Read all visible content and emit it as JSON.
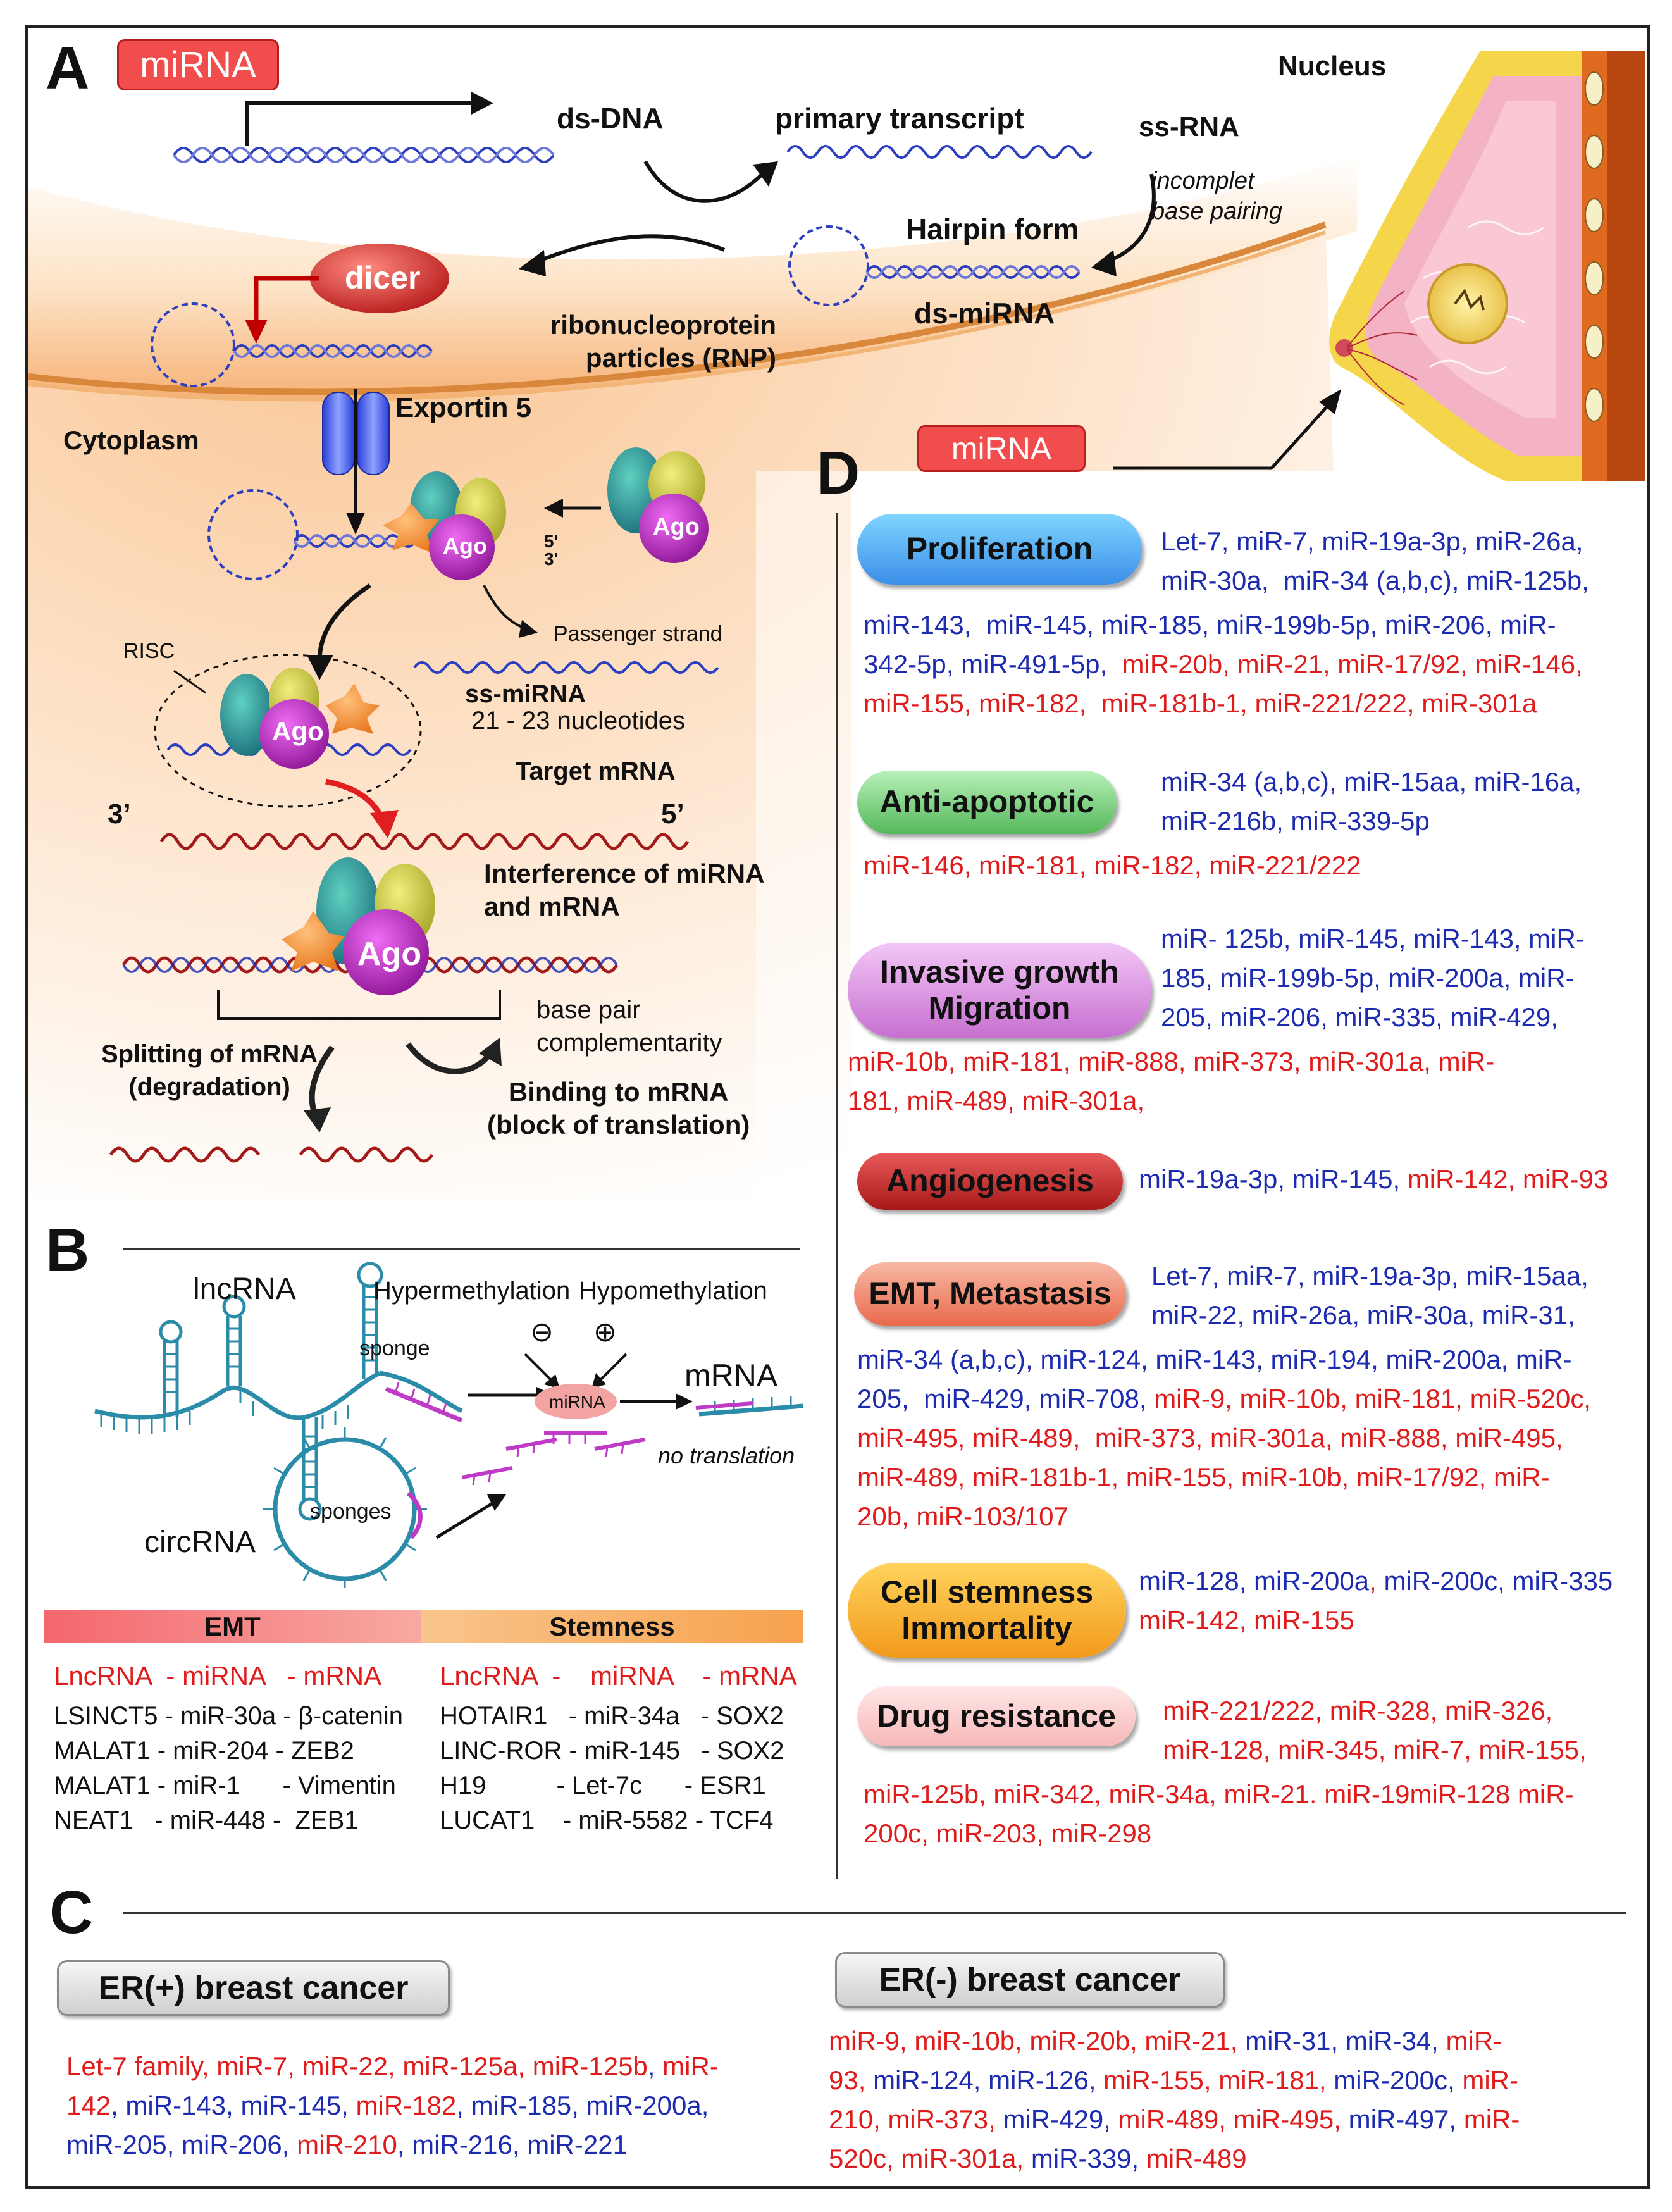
{
  "panelA": {
    "letter": "A",
    "tag": "miRNA",
    "labels": {
      "nucleus": "Nucleus",
      "ds_dna": "ds-DNA",
      "primary_transcript": "primary transcript",
      "ss_rna": "ss-RNA",
      "incomplete_bp": "incomplet\nbase pairing",
      "hairpin": "Hairpin form",
      "ds_mirna": "ds-miRNA",
      "dicer": "dicer",
      "rnp": "ribonucleoprotein\nparticles (RNP)",
      "exportin": "Exportin 5",
      "cytoplasm": "Cytoplasm",
      "ago": "Ago",
      "five_prime": "5'",
      "three_prime": "3'",
      "passenger": "Passenger strand",
      "risc": "RISC",
      "ss_mirna": "ss-miRNA",
      "nucleotides": "21 - 23 nucleotides",
      "target_mrna": "Target mRNA",
      "three_p": "3’",
      "five_p": "5’",
      "interference": "Interference of miRNA\nand mRNA",
      "bp_comp": "base pair\ncomplementarity",
      "splitting": "Splitting of mRNA\n(degradation)",
      "binding": "Binding to mRNA\n(block of translation)"
    }
  },
  "panelB": {
    "letter": "B",
    "labels": {
      "lncrna": "lncRNA",
      "hyper": "Hypermethylation",
      "hypo": "Hypomethylation",
      "sponge": "sponge",
      "mirna": "miRNA",
      "mrna": "mRNA",
      "no_translation": "no translation",
      "sponges": "sponges",
      "circrna": "circRNA",
      "minus": "⊖",
      "plus": "⊕"
    },
    "table": {
      "emt_header": "EMT",
      "stem_header": "Stemness",
      "emt_head_row": "LncRNA  - miRNA   - mRNA",
      "stem_head_row": "LncRNA  -    miRNA    - mRNA",
      "emt_rows": [
        "LSINCT5 - miR-30a - β-catenin",
        "MALAT1 - miR-204 - ZEB2",
        "MALAT1 - miR-1      - Vimentin",
        "NEAT1   - miR-448 -  ZEB1"
      ],
      "stem_rows": [
        "HOTAIR1   - miR-34a   - SOX2",
        "LINC-ROR - miR-145   - SOX2",
        "H19          - Let-7c      - ESR1",
        "LUCAT1    - miR-5582 - TCF4"
      ]
    }
  },
  "panelC": {
    "letter": "C",
    "er_pos": {
      "title": "ER(+) breast cancer",
      "lines": [
        [
          [
            "Let-7 family, miR-7, miR-22, miR-125a, miR-125b",
            "red"
          ],
          [
            ", ",
            "blue"
          ],
          [
            "miR-",
            "red"
          ]
        ],
        [
          [
            "142",
            "red"
          ],
          [
            ", miR-143, miR-145, ",
            "blue"
          ],
          [
            "miR-182",
            "red"
          ],
          [
            ", miR-185, miR-200a,",
            "blue"
          ]
        ],
        [
          [
            "miR-205, miR-206, ",
            "blue"
          ],
          [
            "miR-210",
            "red"
          ],
          [
            ", miR-216, miR-221",
            "blue"
          ]
        ]
      ]
    },
    "er_neg": {
      "title": "ER(-) breast cancer",
      "lines": [
        [
          [
            "miR-9, miR-10b, miR-20b, miR-21, ",
            "red"
          ],
          [
            "miR-31, miR-34, ",
            "blue"
          ],
          [
            "miR-",
            "red"
          ]
        ],
        [
          [
            "93, ",
            "red"
          ],
          [
            "miR-124, miR-126, ",
            "blue"
          ],
          [
            "miR-155, miR-181, ",
            "red"
          ],
          [
            "miR-200c, ",
            "blue"
          ],
          [
            "miR-",
            "red"
          ]
        ],
        [
          [
            "210, miR-373, ",
            "red"
          ],
          [
            "miR-429, ",
            "blue"
          ],
          [
            "miR-489, miR-495, ",
            "red"
          ],
          [
            "miR-497, ",
            "blue"
          ],
          [
            "miR-",
            "red"
          ]
        ],
        [
          [
            "520c, miR-301a, ",
            "red"
          ],
          [
            "miR-339, ",
            "blue"
          ],
          [
            "miR-489",
            "red"
          ]
        ]
      ]
    }
  },
  "panelD": {
    "letter": "D",
    "tag": "miRNA",
    "categories": [
      {
        "label": "Proliferation",
        "lines": [
          [
            [
              "Let-7, miR-7, miR-19a-3p, miR-26a,",
              "blue"
            ]
          ],
          [
            [
              "miR-30a,  miR-34 (a,b,c), miR-125b,",
              "blue"
            ]
          ],
          [
            [
              "miR-143,  miR-145, miR-185, miR-199b-5p, miR-206, miR-",
              "blue"
            ]
          ],
          [
            [
              "342-5p, miR-491-5p, ",
              "blue"
            ],
            [
              " miR-20b, miR-21, miR-17/92, miR-146,",
              "red"
            ]
          ],
          [
            [
              "miR-155, miR-182,  miR-181b-1, miR-221/222, miR-301a",
              "red"
            ]
          ]
        ]
      },
      {
        "label": "Anti-apoptotic",
        "lines": [
          [
            [
              "miR-34 (a,b,c), miR-15aa, miR-16a,",
              "blue"
            ]
          ],
          [
            [
              "miR-216b, miR-339-5p",
              "blue"
            ]
          ],
          [
            [
              "miR-146, miR-181, miR-182, miR-221/222",
              "red"
            ]
          ]
        ]
      },
      {
        "label": "Invasive growth\nMigration",
        "lines": [
          [
            [
              "miR- 125b, miR-145, miR-143, miR-",
              "blue"
            ]
          ],
          [
            [
              "185, miR-199b-5p, miR-200a, miR-",
              "blue"
            ]
          ],
          [
            [
              "205, miR-206, miR-335, miR-429,",
              "blue"
            ]
          ],
          [
            [
              "miR-10b, miR-181, miR-888, miR-373, miR-301a, miR-",
              "red"
            ]
          ],
          [
            [
              "181, miR-489, miR-301a,",
              "red"
            ]
          ]
        ]
      },
      {
        "label": "Angiogenesis",
        "lines": [
          [
            [
              "miR-19a-3p, miR-145, ",
              "blue"
            ],
            [
              "miR-142, miR-93",
              "red"
            ]
          ]
        ]
      },
      {
        "label": "EMT, Metastasis",
        "lines": [
          [
            [
              "Let-7, miR-7, miR-19a-3p, miR-15aa,",
              "blue"
            ]
          ],
          [
            [
              "miR-22, miR-26a, miR-30a, miR-31,",
              "blue"
            ]
          ],
          [
            [
              "miR-34 (a,b,c), miR-124, miR-143, miR-194, miR-200a, miR-",
              "blue"
            ]
          ],
          [
            [
              "205,  miR-429, miR-708, ",
              "blue"
            ],
            [
              "miR-9, miR-10b, miR-181, miR-520c,",
              "red"
            ]
          ],
          [
            [
              "miR-495, miR-489,  miR-373, miR-301a, miR-888, miR-495,",
              "red"
            ]
          ],
          [
            [
              "miR-489, miR-181b-1, miR-155, miR-10b, miR-17/92, miR-",
              "red"
            ]
          ],
          [
            [
              "20b, miR-103/107",
              "red"
            ]
          ]
        ]
      },
      {
        "label": "Cell stemness\nImmortality",
        "lines": [
          [
            [
              "miR-128, miR-200a",
              "blue"
            ],
            [
              ", ",
              "red"
            ],
            [
              "miR-200c, miR-335",
              "blue"
            ]
          ],
          [
            [
              "miR-142, miR-155",
              "red"
            ]
          ]
        ]
      },
      {
        "label": "Drug resistance",
        "lines": [
          [
            [
              "miR-221/222, miR-328, miR-326,",
              "red"
            ]
          ],
          [
            [
              "miR-128, miR-345, miR-7, miR-155,",
              "red"
            ]
          ],
          [
            [
              "miR-125b, miR-342, miR-34a, miR-21. miR-19miR-128 miR-",
              "red"
            ]
          ],
          [
            [
              "200c, miR-203, miR-298",
              "red"
            ]
          ]
        ]
      }
    ]
  },
  "colors": {
    "blue_text": "#1c2bb0",
    "red_text": "#e01b1b",
    "orange_bg": "#f9c48e",
    "dicer": "#c62828",
    "ago": "#b321b8"
  }
}
